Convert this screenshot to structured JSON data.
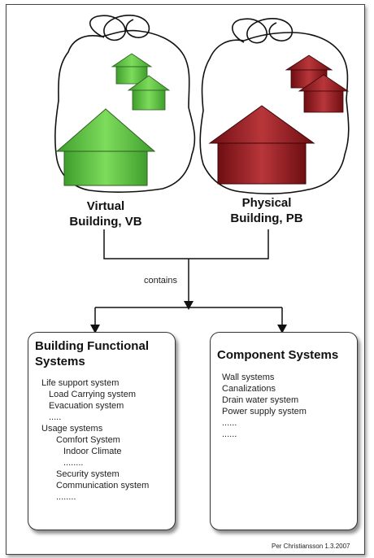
{
  "clusters": {
    "virtual_label": "Virtual\nBuilding, VB",
    "physical_label": "Physical\nBuilding, PB",
    "virtual_color": "#5cc440",
    "physical_color": "#9b1c1f"
  },
  "connector": {
    "label": "contains"
  },
  "functional": {
    "title": "Building Functional\nSystems",
    "items": [
      {
        "text": "Life support system",
        "indent": 0
      },
      {
        "text": "Load Carrying system",
        "indent": 1
      },
      {
        "text": "Evacuation system",
        "indent": 1
      },
      {
        "text": ".....",
        "indent": 1
      },
      {
        "text": "Usage systems",
        "indent": 0
      },
      {
        "text": "Comfort System",
        "indent": 2
      },
      {
        "text": "Indoor Climate",
        "indent": 3
      },
      {
        "text": "........",
        "indent": 3
      },
      {
        "text": "Security system",
        "indent": 2
      },
      {
        "text": "Communication system",
        "indent": 2
      },
      {
        "text": "........",
        "indent": 2
      }
    ]
  },
  "component": {
    "title": "Component Systems",
    "items": [
      {
        "text": "Wall systems",
        "indent": 0
      },
      {
        "text": "Canalizations",
        "indent": 0
      },
      {
        "text": "Drain water system",
        "indent": 0
      },
      {
        "text": "Power supply system",
        "indent": 0
      },
      {
        "text": "......",
        "indent": 0
      },
      {
        "text": "......",
        "indent": 0
      }
    ]
  },
  "credit": "Per Christiansson 1.3.2007"
}
